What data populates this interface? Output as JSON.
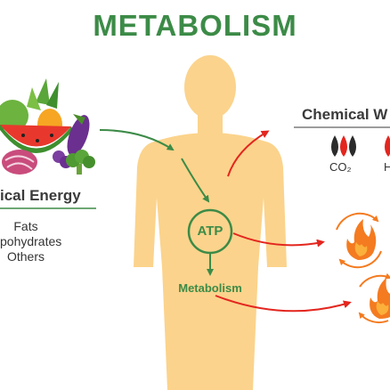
{
  "title": "METABOLISM",
  "left": {
    "heading": "ical Energy",
    "items": [
      "Fats",
      "pohydrates",
      "Others"
    ]
  },
  "center": {
    "atp_label": "ATP",
    "metabolism_label": "Metabolism"
  },
  "right": {
    "heading": "Chemical W",
    "co2_label": "CO₂",
    "h_label": "H"
  },
  "colors": {
    "green": "#3c8b47",
    "body": "#fbd38c",
    "red_arrow": "#e3261f",
    "flame_orange": "#f47b20",
    "flame_yellow": "#fbb03b"
  }
}
